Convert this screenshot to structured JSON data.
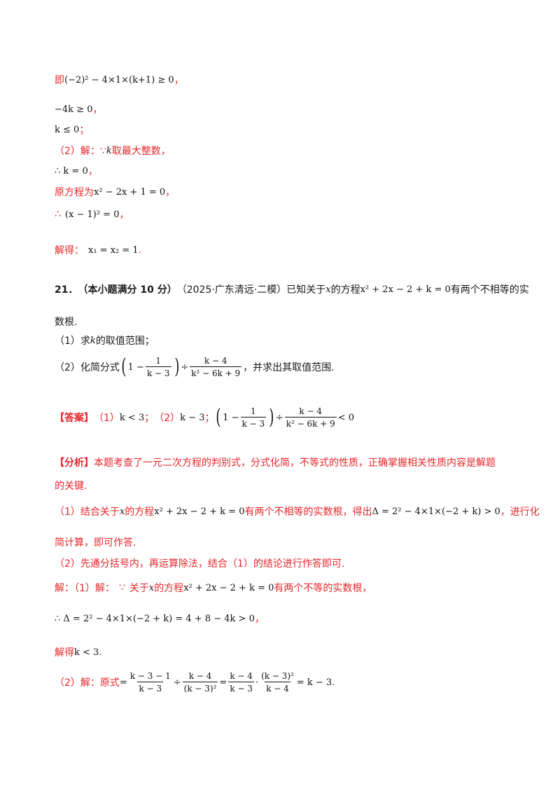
{
  "lines": {
    "l1_prefix": "即",
    "l1_math": "(−2)² − 4×1×(k+1) ≥ 0",
    "l1_suffix": "，",
    "l2_math": "−4k ≥ 0",
    "l2_suffix": "，",
    "l3_math": "k ≤ 0",
    "l3_suffix": "；",
    "l4_prefix": "（2）解：∵",
    "l4_k": "k",
    "l4_suffix": "取最大整数，",
    "l5_math": "∴ k = 0",
    "l5_suffix": "，",
    "l6_prefix": "原方程为",
    "l6_math": "x² − 2x + 1 = 0",
    "l6_suffix": "，",
    "l7_prefix": "∴",
    "l7_math": "(x − 1)² = 0",
    "l7_suffix": "，",
    "l8_prefix": "解得：",
    "l8_math": "x₁ = x₂ = 1",
    "l8_suffix": "."
  },
  "q21": {
    "number": "21．",
    "points": "（本小题满分 10 分）",
    "source": "（2025·广东清远·二模）",
    "text_a": "已知关于",
    "var_x": "x",
    "text_b": "的方程",
    "equation": "x² + 2x − 2 + k = 0",
    "text_c": "有两个不相等的实",
    "text_d": "数根.",
    "part1_prefix": "（1）求",
    "part1_k": "k",
    "part1_suffix": "的取值范围；",
    "part2_prefix": "（2）化简分式",
    "part2_suffix": "，并求出其取值范围."
  },
  "answer": {
    "label": "【答案】",
    "p1": "（1）",
    "p1_math": "k < 3",
    "sep": "；",
    "p2": "（2）",
    "p2_math": "k − 3",
    "p2_sep": "；",
    "lt0": "< 0"
  },
  "analysis": {
    "label": "【分析】",
    "text1": "本题考查了一元二次方程的判别式，分式化简，不等式的性质，正确掌握相关性质内容是解题",
    "text2": "的关键.",
    "s1_prefix": "（1）结合关于",
    "s1_x": "x",
    "s1_mid": "的方程",
    "s1_eq": "x² + 2x − 2 + k = 0",
    "s1_mid2": "有两个不相等的实数根，得出",
    "s1_delta": "Δ = 2² − 4×1×(−2 + k) > 0",
    "s1_suffix": "，进行化",
    "s1_cont": "简计算，即可作答.",
    "s2": "（2）先通分括号内，再运算除法，结合（1）的结论进行作答即可."
  },
  "solution": {
    "label": "解：（1）解：",
    "because": "∵",
    "about": "关于",
    "x": "x",
    "eq_of": "的方程",
    "eq": "x² + 2x − 2 + k = 0",
    "roots": "有两个不等的实数根，",
    "delta": "∴ Δ = 2² − 4×1×(−2 + k) = 4 + 8 − 4k > 0",
    "delta_suffix": "，",
    "solve_prefix": "解得",
    "solve_math": "k < 3",
    "solve_suffix": ".",
    "p2_prefix": "（2）解：原式",
    "p2_suffix": "."
  },
  "fractions": {
    "one": "1",
    "k_minus_3": "k − 3",
    "k_minus_4": "k − 4",
    "quad": "k² − 6k + 9",
    "k_minus_3_minus_1": "k − 3 − 1",
    "k_minus_3_sq": "(k − 3)²",
    "result": "= k − 3"
  }
}
